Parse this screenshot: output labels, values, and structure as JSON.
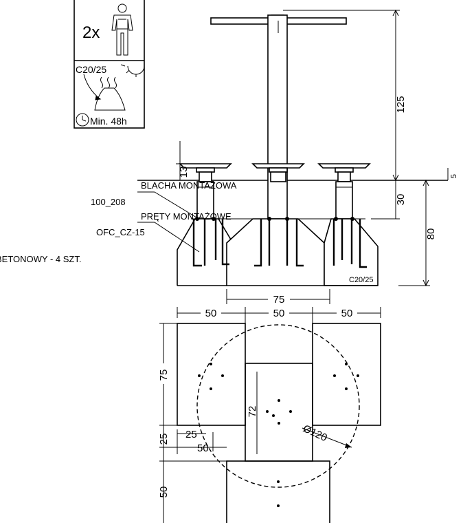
{
  "pictogram": {
    "persons_count": "2x",
    "concrete_class": "C20/25",
    "cure_time": "Min. 48h"
  },
  "labels": {
    "plate": "BLACHA MONTAŻOWA",
    "plate_code": "100_208",
    "rods": "PRĘTY MONTAŻOWE",
    "rods_code": "OFC_CZ-15",
    "foundation": "BETONOWY - 4 SZT.",
    "footing_concrete": "C20/25"
  },
  "dimensions": {
    "pole_height": "125",
    "seat_height": "13",
    "ground_offset": "5",
    "embed_depth": "30",
    "footing_depth": "80",
    "centre_spacing": "75",
    "block_width_left": "50",
    "block_width_mid": "50",
    "block_width_right": "50",
    "block_length": "75",
    "centre_block_length": "72",
    "offset_25_vertical": "25",
    "offset_25_horizontal": "25",
    "offset_50_inner": "50",
    "bottom_block": "50",
    "diameter": "Ø120"
  }
}
